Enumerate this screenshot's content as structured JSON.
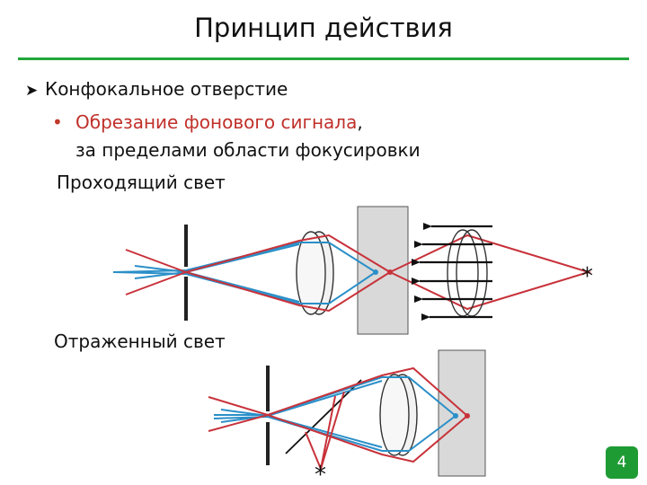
{
  "slide": {
    "title": "Принцип действия",
    "bullet1": "Конфокальное отверстие",
    "bullet2_red": "Обрезание фонового сигнала",
    "bullet2_comma": ",",
    "bullet2_line2": "за пределами области фокусировки",
    "label_transmitted": "Проходящий свет",
    "label_reflected": "Отраженный свет",
    "page_number": "4",
    "star_glyph": "*"
  },
  "colors": {
    "accent_green": "#22a63a",
    "ray_red": "#c8323a",
    "ray_blue": "#2a8fc8",
    "text_red": "#c0302a"
  },
  "icons": {
    "bullet1": "arrow-bullet-icon",
    "bullet2": "dot-bullet-icon"
  }
}
